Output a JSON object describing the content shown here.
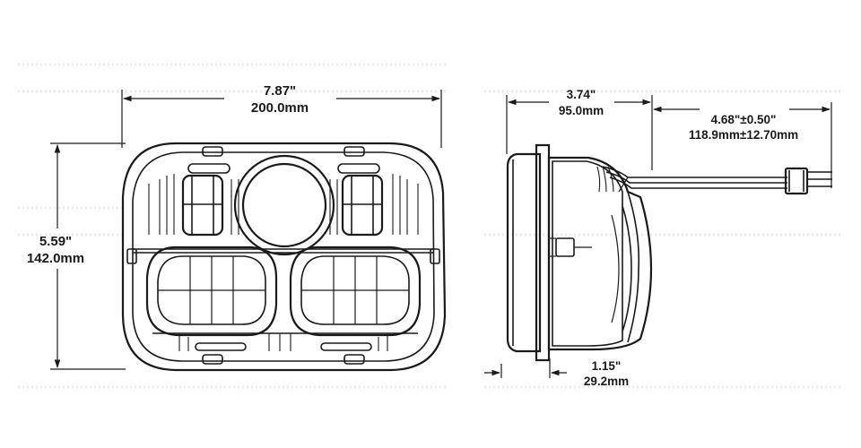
{
  "front_view": {
    "width_in": "7.87\"",
    "width_mm": "200.0mm",
    "height_in": "5.59\"",
    "height_mm": "142.0mm"
  },
  "side_view": {
    "depth_in": "3.74\"",
    "depth_mm": "95.0mm",
    "lead_in": "4.68\"±0.50\"",
    "lead_mm": "118.9mm±12.70mm",
    "flange_in": "1.15\"",
    "flange_mm": "29.2mm"
  },
  "colors": {
    "ink": "#1a1a1a",
    "background": "#ffffff",
    "faint_lines": "#ebebeb"
  }
}
